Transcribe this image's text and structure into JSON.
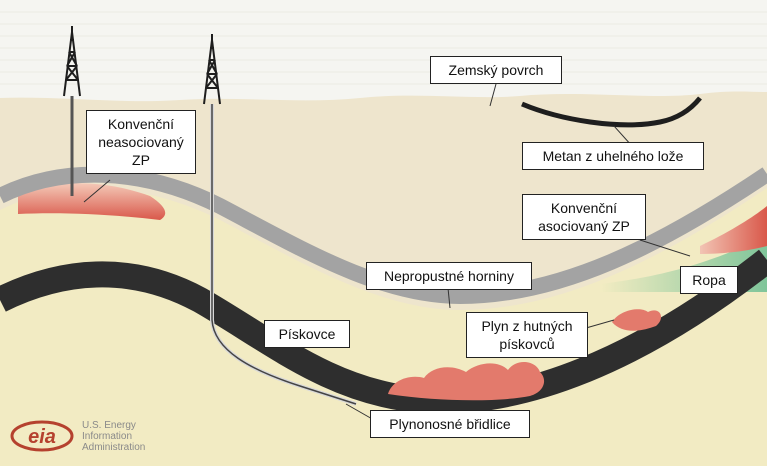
{
  "labels": {
    "surface": "Zemský povrch",
    "coalbed": "Metan z uhelného lože",
    "nonassoc": [
      "Konvenční",
      "neasociovaný",
      "ZP"
    ],
    "assoc": [
      "Konvenční",
      "asociovaný ZP"
    ],
    "impermeable": "Nepropustné horniny",
    "oil": "Ropa",
    "sandstone": "Pískovce",
    "tight": [
      "Plyn z hutných",
      "pískovců"
    ],
    "shale": "Plynonosné břidlice"
  },
  "logo": {
    "mark": "eia",
    "org": [
      "U.S. Energy",
      "Information",
      "Administration"
    ]
  },
  "colors": {
    "sky": "#f4f4ef",
    "surface_layer": "#efe6cf",
    "impermeable": "#a8a8a8",
    "sandstone": "#f3ecc2",
    "shale": "#2f2f2f",
    "gas": "#e07a6e",
    "oil": "#9ed3a8",
    "logo": "#b5412e"
  }
}
